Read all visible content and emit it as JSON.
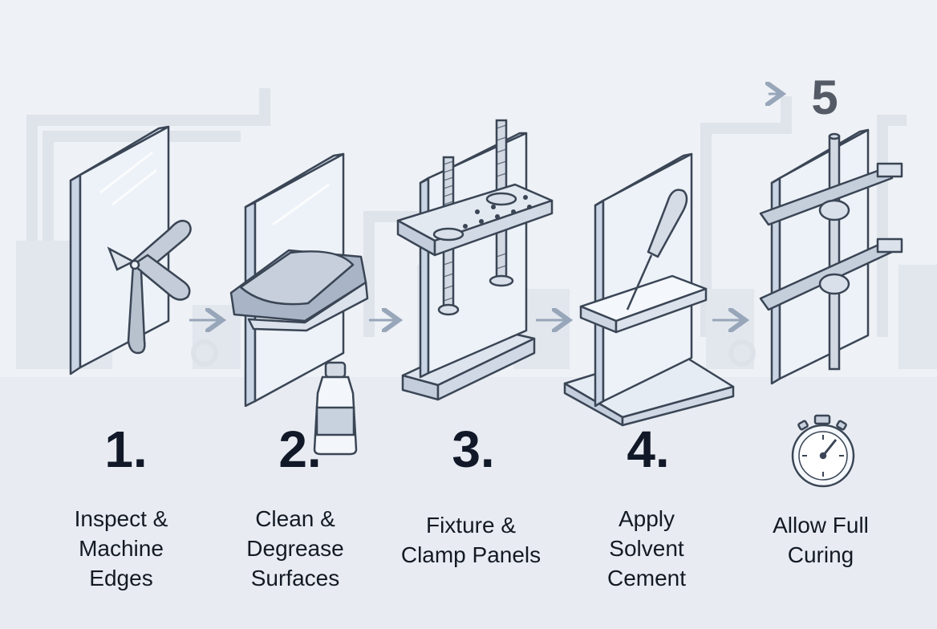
{
  "top_step_number": "5",
  "steps": [
    {
      "number": "1.",
      "label_lines": [
        "Inspect &",
        "Machine",
        "Edges"
      ],
      "tool_icon": "pliers-icon"
    },
    {
      "number": "2.",
      "label_lines": [
        "Clean &",
        "Degrease",
        "Surfaces"
      ],
      "tool_icon": "cloth-and-bottle-icon"
    },
    {
      "number": "3.",
      "label_lines": [
        "Fixture &",
        "Clamp Panels"
      ],
      "tool_icon": "clamp-fixture-icon"
    },
    {
      "number": "4.",
      "label_lines": [
        "Apply",
        "Solvent",
        "Cement"
      ],
      "tool_icon": "applicator-needle-icon"
    },
    {
      "number": "",
      "label_lines": [
        "Allow Full",
        "Curing"
      ],
      "tool_icon": "stopwatch-icon"
    }
  ],
  "colors": {
    "line": "#3a4555",
    "panel_fill": "#e6edf6",
    "panel_face": "#f4f7fb",
    "metal": "#b6c3d6",
    "accent": "#98a6ba",
    "background": "#eef1f5"
  }
}
